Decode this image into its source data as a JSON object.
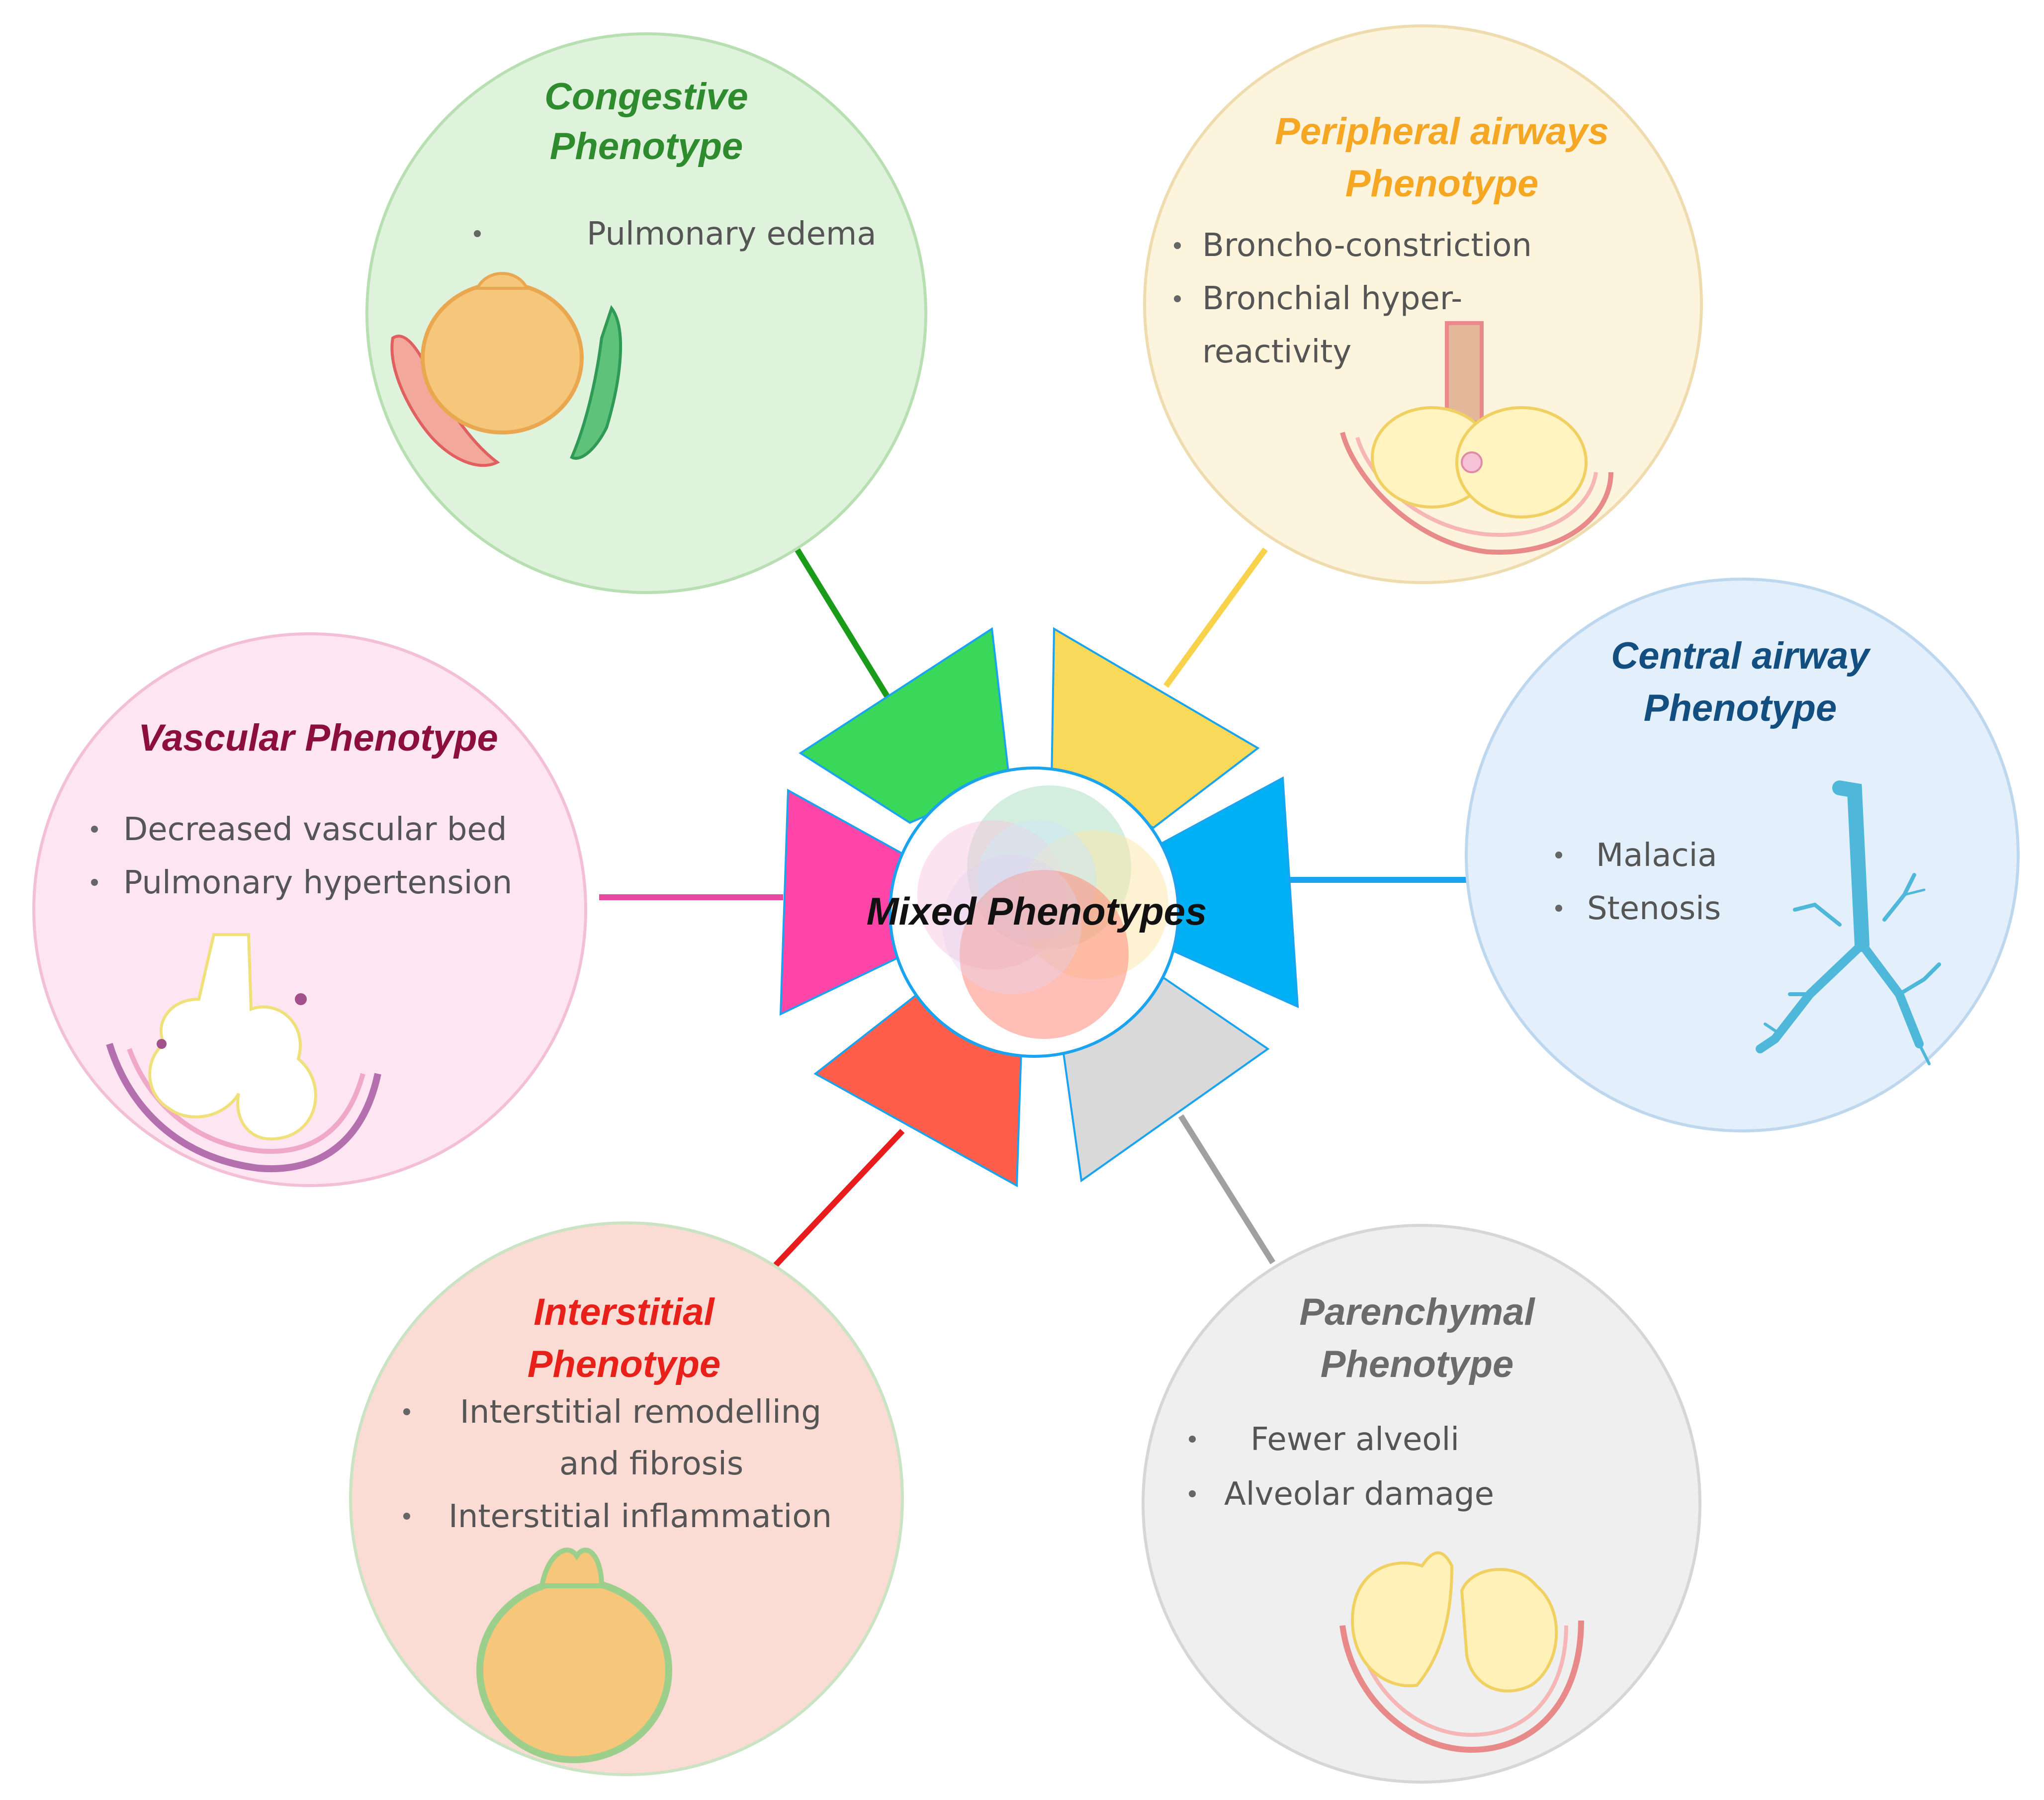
{
  "center": {
    "label": "Mixed Phenotypes"
  },
  "phenotypes": {
    "congestive": {
      "title": [
        "Congestive",
        "Phenotype"
      ],
      "items": [
        "Pulmonary edema"
      ],
      "color": "#2e8b2e",
      "fill": "#dff3dc",
      "stroke": "#b7dfb2",
      "wedge": "#39d85a",
      "line": "#1a9c1a"
    },
    "peripheral": {
      "title": [
        "Peripheral airways",
        "Phenotype"
      ],
      "items": [
        "Broncho-constriction",
        "Bronchial hyper-",
        "reactivity"
      ],
      "color": "#f5a623",
      "fill": "#fdf4dd",
      "stroke": "#efdcae",
      "wedge": "#f9d95a",
      "line": "#f7d24a"
    },
    "central": {
      "title": [
        "Central airway",
        "Phenotype"
      ],
      "items": [
        "Malacia",
        "Stenosis"
      ],
      "color": "#124f80",
      "fill": "#e3f0fb",
      "stroke": "#bdd7ee",
      "wedge": "#00b2f5",
      "line": "#1aa3ee"
    },
    "parenchymal": {
      "title": [
        "Parenchymal",
        "Phenotype"
      ],
      "items": [
        "Fewer alveoli",
        "Alveolar damage"
      ],
      "color": "#6b6b6b",
      "fill": "#efefef",
      "stroke": "#d6d6d6",
      "wedge": "#d9d9d9",
      "line": "#a0a0a0"
    },
    "interstitial": {
      "title": [
        "Interstitial",
        "Phenotype"
      ],
      "items": [
        "Interstitial remodelling",
        "and fibrosis",
        "Interstitial inflammation"
      ],
      "color": "#e8201a",
      "fill": "#fbdcd5",
      "stroke": "#c9e3c3",
      "wedge": "#ff5f4a",
      "line": "#e81c1c"
    },
    "vascular": {
      "title": [
        "Vascular Phenotype"
      ],
      "items": [
        "Decreased vascular bed",
        "Pulmonary hypertension"
      ],
      "color": "#8b0f3a",
      "fill": "#fde6f1",
      "stroke": "#f3bfd6",
      "wedge": "#ff45a8",
      "line": "#e8489e"
    }
  }
}
